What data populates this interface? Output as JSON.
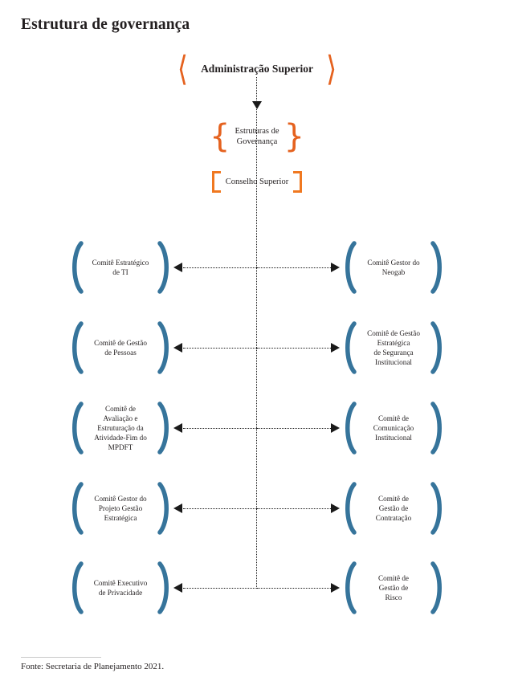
{
  "page": {
    "title": "Estrutura de governança",
    "background_color": "#ffffff",
    "text_color": "#231f20"
  },
  "colors": {
    "accent_orange": "#e5621f",
    "bracket_orange": "#f07820",
    "node_blue": "#36749b",
    "connector_black": "#1a1a1a",
    "rule_gray": "#c9c9c9"
  },
  "hierarchy": {
    "top": {
      "label": "Administração Superior",
      "left_icon": "chevron-left-icon",
      "right_icon": "chevron-right-icon"
    },
    "governance": {
      "label": "Estruturas de\nGovernança",
      "left_icon": "curly-brace-left-icon",
      "right_icon": "curly-brace-right-icon"
    },
    "council": {
      "label": "Conselho Superior",
      "left_icon": "square-bracket-left-icon",
      "right_icon": "square-bracket-right-icon"
    }
  },
  "committee_rows": [
    {
      "left": {
        "label": "Comitê Estratégico\nde TI"
      },
      "right": {
        "label": "Comitê Gestor do\nNeogab"
      }
    },
    {
      "left": {
        "label": "Comitê de Gestão\nde Pessoas"
      },
      "right": {
        "label": "Comitê de Gestão\nEstratégica\nde Segurança\nInstitucional"
      }
    },
    {
      "left": {
        "label": "Comitê de\nAvaliação e\nEstruturação da\nAtividade-Fim do\nMPDFT"
      },
      "right": {
        "label": "Comitê de\nComunicação\nInstitucional"
      }
    },
    {
      "left": {
        "label": "Comitê Gestor do\nProjeto Gestão\nEstratégica"
      },
      "right": {
        "label": "Comitê de\nGestão de\nContratação"
      }
    },
    {
      "left": {
        "label": "Comitê Executivo\nde Privacidade"
      },
      "right": {
        "label": "Comitê de\nGestão de\nRisco"
      }
    }
  ],
  "footer": {
    "source": "Fonte: Secretaria de Planejamento 2021."
  }
}
